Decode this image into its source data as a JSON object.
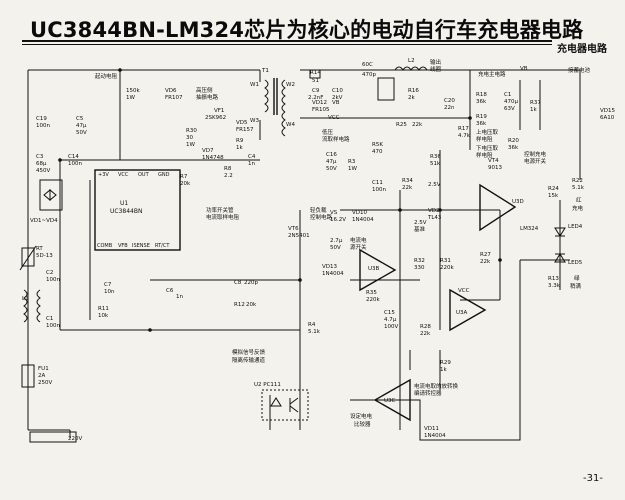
{
  "header": {
    "title": "UC3844BN-LM324芯片为核心的电动自行车充电器电路",
    "section": "充电器电路"
  },
  "footer": {
    "page_number": "-31-"
  },
  "labels": {
    "startup_r": "起动电阻",
    "r150k": "150k",
    "r150k_w": "1W",
    "vd6": "VD6",
    "vd6_part": "FR107",
    "hv_absorb": "高压侧",
    "hv_absorb2": "抽振电路",
    "vf1": "VF1",
    "vf1_part": "2SK962",
    "w1": "W1",
    "w2": "W2",
    "w3": "W3",
    "w4": "W4",
    "t1": "T1",
    "vd5": "VD5",
    "vd5_part": "FR157",
    "r9": "R9",
    "r9_v": "1k",
    "c4": "C4",
    "c4_v": "1n",
    "r14": "R14",
    "r14_v": "51",
    "c9": "C9",
    "c9_v": "2.2nF",
    "c10": "C10",
    "c10_v": "2kV",
    "c60": "60C",
    "c60_v": "470p",
    "l2": "L2",
    "output_coil": "输出",
    "output_coil2": "线圈",
    "vd12": "VD12",
    "vd12_part": "FR105",
    "vb": "VB",
    "vcc": "VCC",
    "fb_sample": "低压",
    "fb_sample2": "流取样电路",
    "c16": "C16",
    "c16_v": "47μ",
    "c16_v2": "50V",
    "r3": "R3",
    "r3_v": "1W",
    "r16": "R16",
    "r16_v": "2k",
    "r25": "R25",
    "r25_v": "22k",
    "rk": "R5K",
    "rk_v": "470",
    "charge_main": "充电主电路",
    "c20": "C20",
    "c20_v": "22n",
    "vb2": "VB",
    "r18": "R18",
    "r18_v": "36k",
    "c1": "C1",
    "c1_v": "470μ",
    "c1_v2": "63V",
    "r37": "R37",
    "r37_v": "1k",
    "batt": "接蓄电池",
    "vd15": "VD15",
    "vd15_v": "6A10",
    "r19": "R19",
    "r19_v": "36k",
    "r17": "R17",
    "r17_v": "4.7k",
    "v_top": "上电压取",
    "v_top2": "样电阻",
    "v_bot": "下电压取",
    "v_bot2": "样电阻",
    "r20": "R20",
    "r20_v": "36k",
    "vt4": "VT4",
    "vt4_part": "9013",
    "sw_fan": "控制充电",
    "sw_fan2": "电源开关",
    "c19": "C19",
    "c19_v": "100n",
    "c5": "C5",
    "c5_v": "47μ",
    "c5_v2": "50V",
    "c3": "C3",
    "c3_v": "68μ",
    "c3_v2": "450V",
    "c14": "C14",
    "c14_v": "100n",
    "vd1_4": "VD1~VD4",
    "u1": "U1",
    "u1_part": "UC3844BN",
    "pin_3v": "+3V",
    "pin_vcc": "VCC",
    "pin_out": "OUT",
    "pin_gnd": "GND",
    "pin_comb": "COMB",
    "pin_vfb": "VFB",
    "pin_isense": "ISENSE",
    "pin_rtct": "RT/CT",
    "r30": "R30",
    "r30_v": "30",
    "r30_v2": "1W",
    "vd7": "VD7",
    "vd7_part": "1N4748",
    "r8": "R8",
    "r8_v": "2.2",
    "r7": "R7",
    "r7_v": "20k",
    "pwr_switch": "功率开关管",
    "pwr_switch2": "电流取样电阻",
    "vt6": "VT6",
    "vt6_part": "2N5401",
    "light_ctrl": "轻负载",
    "light_ctrl2": "控制电路",
    "vs": "VS",
    "vs_v": "16.2V",
    "vd10": "VD10",
    "vd10_part": "1N4004",
    "c11": "C11",
    "c11_v": "100n",
    "r36": "R36",
    "r36_v": "51k",
    "r34": "R34",
    "r34_v": "22k",
    "v25": "2.5V",
    "vd2": "VD2",
    "vd2_part": "TL43",
    "v25_ref": "2.5V",
    "v25_ref2": "基准",
    "u3d": "U3D",
    "r22": "R22",
    "r22_v": "5.1k",
    "r24": "R24",
    "r24_v": "15k",
    "red": "红",
    "charge": "充电",
    "led4": "LED4",
    "lm324": "LM324",
    "rt": "RT",
    "rt_v": "5D-13",
    "c2": "C2",
    "c2_v": "100n",
    "c7": "C7",
    "c7_v": "10n",
    "r11": "R11",
    "r11_v": "10k",
    "c8": "C8",
    "c8_v": "220p",
    "r12": "R12",
    "r12_v": "20k",
    "c6": "C6",
    "c6_v": "1n",
    "cap27": "2.7μ",
    "cap27v": "50V",
    "over_prot": "电流电",
    "over_prot2": "源开关",
    "vd13": "VD13",
    "vd13_part": "1N4004",
    "u3b": "U3B",
    "r32": "R32",
    "r32_v": "330",
    "r31": "R31",
    "r31_v": "220k",
    "r27": "R27",
    "r27_v": "22k",
    "r35": "R35",
    "r35_v": "220k",
    "vcc2": "VCC",
    "u3a": "U3A",
    "led5": "LED5",
    "r13": "R13",
    "r13_v": "3.3k",
    "green": "绿",
    "full": "稍满",
    "l1": "L1",
    "c1b": "C1",
    "c1b_v": "100n",
    "r4": "R4",
    "r4_v": "5.1k",
    "c15": "C15",
    "c15_v": "4.7μ",
    "c15_v2": "100V",
    "r28": "R28",
    "r28_v": "22k",
    "r29": "R29",
    "r29_v": "1k",
    "fu1": "FU1",
    "fu1_v": "2A",
    "fu1_v2": "250V",
    "analog_fb": "模拟信号反馈",
    "analog_fb2": "隔离传输通道",
    "u2": "U2 PC111",
    "u3c": "U3C",
    "bp_comp": "电流电取的放转换",
    "bp_comp2": "编请转控器",
    "bp_cmp": "设定电电",
    "bp_cmp2": "比较器",
    "vd11": "VD11",
    "vd11_part": "1N4004",
    "ac220": "220V"
  }
}
